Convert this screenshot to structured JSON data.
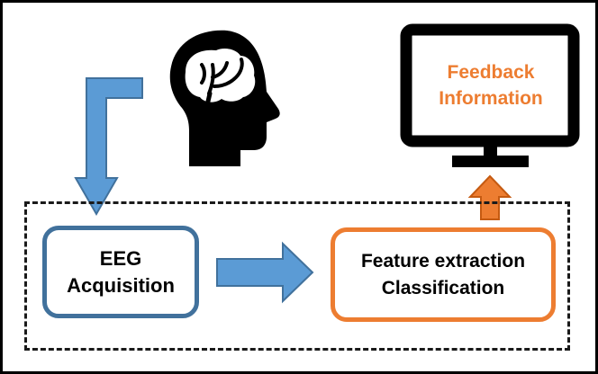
{
  "nodes": {
    "eeg": {
      "lines": [
        "EEG",
        "Acquisition"
      ]
    },
    "feature": {
      "lines": [
        "Feature extraction",
        "Classification"
      ]
    },
    "monitor": {
      "lines": [
        "Feedback",
        "Information"
      ]
    }
  },
  "icons": [
    "head-with-brain-icon",
    "monitor-icon"
  ],
  "colors": {
    "blue_arrow": "#5b9bd5",
    "blue_border": "#41719c",
    "orange": "#ed7d31",
    "dashed_border": "#1a1a1a"
  }
}
